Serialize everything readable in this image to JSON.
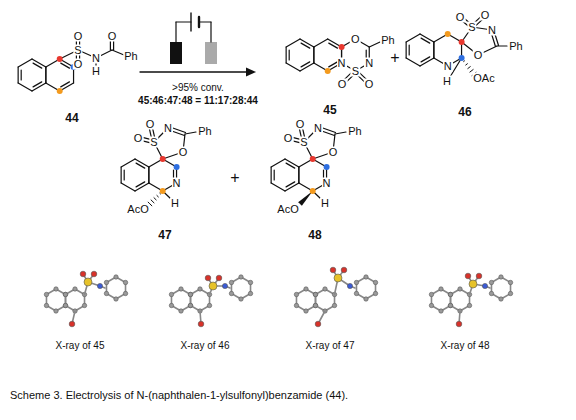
{
  "diagram": {
    "caption": "Scheme 3. Electrolysis of N-(naphthalen-1-ylsulfonyl)benzamide (44).",
    "labels": [
      "S",
      "O",
      "O",
      "N",
      "H",
      "O",
      "Ph",
      "44",
      ">95% conv.",
      "45:46:47:48 = 11:17:28:44",
      "O",
      "Ph",
      "N",
      "S",
      "O",
      "O",
      "N",
      "45",
      "+",
      "O",
      "O",
      "S",
      "N",
      "Ph",
      "O",
      "N",
      "H",
      "OAc",
      "46",
      "O",
      "O",
      "S",
      "N",
      "Ph",
      "O",
      "N",
      "H",
      "AcO",
      "47",
      "+",
      "O",
      "O",
      "S",
      "N",
      "Ph",
      "O",
      "N",
      "H",
      "AcO",
      "48",
      "X-ray of 45",
      "X-ray of 46",
      "X-ray of 47",
      "X-ray of 48"
    ]
  }
}
